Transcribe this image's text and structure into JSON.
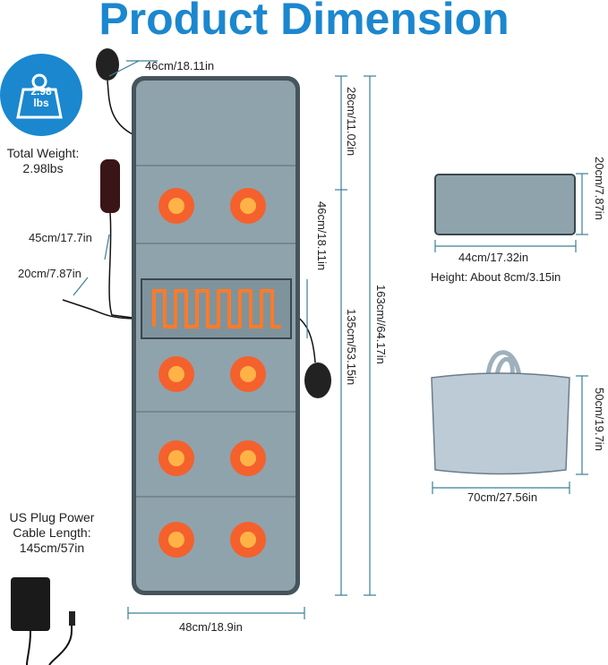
{
  "title": "Product Dimension",
  "weight": {
    "badge_value": "2.98",
    "badge_unit": "lbs",
    "label": "Total Weight:",
    "value": "2.98lbs"
  },
  "dimensions": {
    "mat_top_width": "46cm/18.11in",
    "head_section": "28cm/11.02in",
    "heating_pad_width": "46cm/18.11in",
    "controller_cable": "45cm/17.7in",
    "cable_short": "20cm/7.87in",
    "body_section": "135cm/53.15in",
    "total_length": "163cm//64.17in",
    "mat_width": "48cm/18.9in"
  },
  "pillow": {
    "height_side": "20cm/7.87in",
    "width": "44cm/17.32in",
    "height_note": "Height: About 8cm/3.15in"
  },
  "bag": {
    "height": "50cm/19.7in",
    "width": "70cm/27.56in"
  },
  "power": {
    "line1": "US Plug Power",
    "line2": "Cable Length:",
    "line3": "145cm/57in"
  },
  "colors": {
    "accent": "#1b87cf",
    "dim_line": "#3c7f96",
    "mat": "#8fa3ad",
    "heat": "#ff5a1f"
  }
}
